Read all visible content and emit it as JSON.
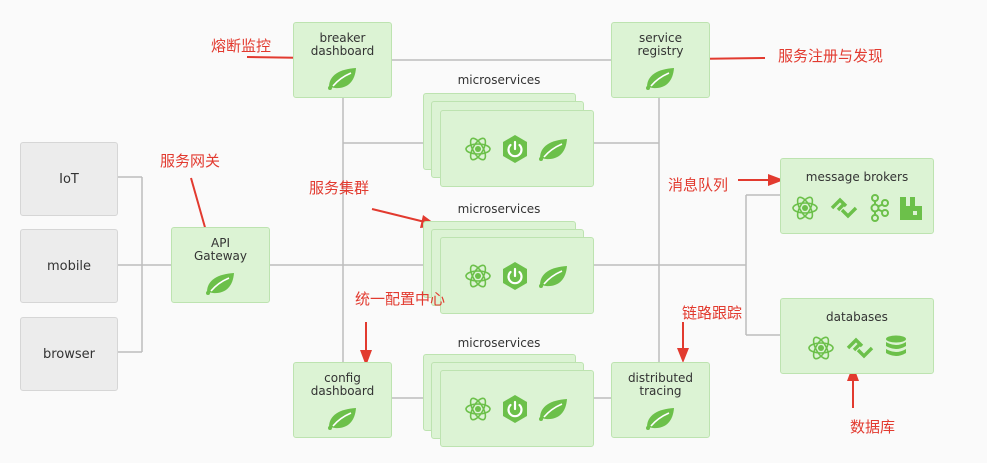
{
  "clients": [
    "IoT",
    "mobile",
    "browser"
  ],
  "gateway": {
    "label": "API\nGateway"
  },
  "breaker": {
    "label": "breaker\ndashboard"
  },
  "registry": {
    "label": "service\nregistry"
  },
  "config": {
    "label": "config\ndashboard"
  },
  "tracing": {
    "label": "distributed\ntracing"
  },
  "microservices_title": "microservices",
  "message_brokers": {
    "title": "message brokers"
  },
  "databases": {
    "title": "databases"
  },
  "annotations": {
    "breaker": "熔断监控",
    "registry": "服务注册与发现",
    "gateway": "服务网关",
    "cluster": "服务集群",
    "queue": "消息队列",
    "config": "统一配置中心",
    "tracing": "链路跟踪",
    "database": "数据库"
  },
  "colors": {
    "accent_green": "#6cc04a",
    "box_fill": "#dcf3d4",
    "client_fill": "#ececec",
    "annotation_red": "#e23a2f"
  },
  "icons": [
    "spring-leaf-icon",
    "atom-icon",
    "power-icon",
    "chain-link-icon",
    "kafka-icon",
    "rabbitmq-icon",
    "database-stack-icon"
  ]
}
